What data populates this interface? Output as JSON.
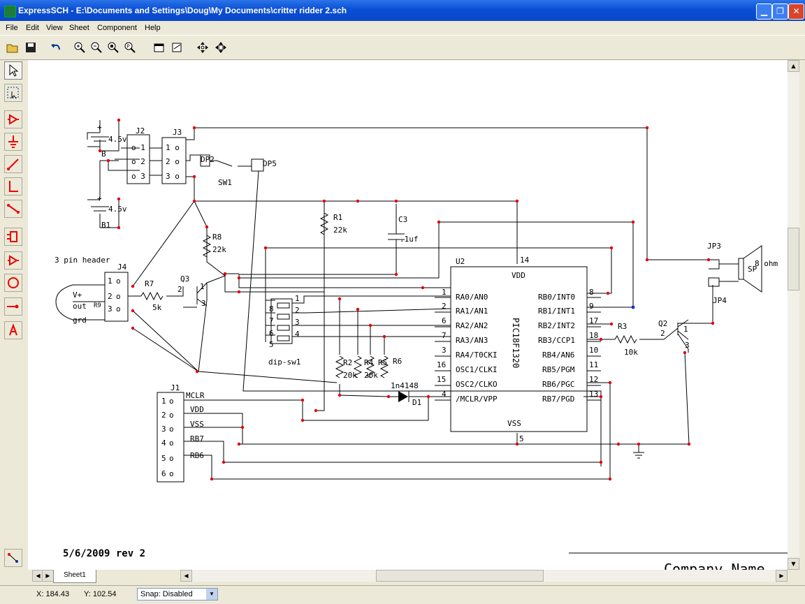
{
  "window": {
    "title": "ExpressSCH - E:\\Documents and Settings\\Doug\\My Documents\\critter ridder 2.sch"
  },
  "menu": [
    "File",
    "Edit",
    "View",
    "Sheet",
    "Component",
    "Help"
  ],
  "toolbar_icons": [
    "open-folder-icon",
    "save-icon",
    "undo-icon",
    "zoom-in-icon",
    "zoom-out-icon",
    "zoom-fit-icon",
    "zoom-area-icon",
    "properties-icon",
    "sheet-icon",
    "move-icon",
    "move-all-icon"
  ],
  "tools": [
    "pointer-icon",
    "select-area-icon",
    "component-icon",
    "ground-icon",
    "wire-icon",
    "bus-icon",
    "line-icon",
    "connector-icon",
    "part-icon",
    "circle-icon",
    "pin-icon",
    "text-icon"
  ],
  "schematic": {
    "battery_top_label": "4.5v",
    "battery_bottom_label": "4.5v",
    "battery_top_ref": "B",
    "battery_bottom_ref": "B1",
    "j2": "J2",
    "j3": "J3",
    "dp2": "DP2",
    "dp5": "DP5",
    "sw1": "SW1",
    "r1": "R1",
    "r1_val": "22k",
    "c3": "C3",
    "c3_val": ".1uf",
    "r8": "R8",
    "r8_val": "22k",
    "header_label": "3 pin header",
    "j4": "J4",
    "j4_pins": [
      "1",
      "2",
      "3"
    ],
    "sensor_pins": [
      "V+",
      "out",
      "grd"
    ],
    "sensor_ref": "R9",
    "r7": "R7",
    "r7_val": "5k",
    "q3": "Q3",
    "q3_pins": [
      "1",
      "2",
      "3"
    ],
    "dip_label": "dip-sw1",
    "dip_left": [
      "8",
      "7",
      "6",
      "5"
    ],
    "dip_right": [
      "1",
      "2",
      "3",
      "4"
    ],
    "r2": "R2",
    "r2_val": "20k",
    "r4": "R4",
    "r4_val": "20k",
    "r5": "R5",
    "r6": "R6",
    "d1_val": "1n4148",
    "d1": "D1",
    "u2": "U2",
    "u2_part": "PIC18F1320",
    "u2_vdd": "VDD",
    "u2_vss": "VSS",
    "u2_vdd_pin": "14",
    "u2_vss_pin": "5",
    "u2_left": [
      {
        "pin": "1",
        "name": "RA0/AN0"
      },
      {
        "pin": "2",
        "name": "RA1/AN1"
      },
      {
        "pin": "6",
        "name": "RA2/AN2"
      },
      {
        "pin": "7",
        "name": "RA3/AN3"
      },
      {
        "pin": "3",
        "name": "RA4/T0CKI"
      },
      {
        "pin": "16",
        "name": "OSC1/CLKI"
      },
      {
        "pin": "15",
        "name": "OSC2/CLKO"
      },
      {
        "pin": "4",
        "name": "/MCLR/VPP"
      }
    ],
    "u2_right": [
      {
        "pin": "8",
        "name": "RB0/INT0"
      },
      {
        "pin": "9",
        "name": "RB1/INT1"
      },
      {
        "pin": "17",
        "name": "RB2/INT2"
      },
      {
        "pin": "18",
        "name": "RB3/CCP1"
      },
      {
        "pin": "10",
        "name": "RB4/AN6"
      },
      {
        "pin": "11",
        "name": "RB5/PGM"
      },
      {
        "pin": "12",
        "name": "RB6/PGC"
      },
      {
        "pin": "13",
        "name": "RB7/PGD"
      }
    ],
    "j1": "J1",
    "j1_pins": [
      "1",
      "2",
      "3",
      "4",
      "5",
      "6"
    ],
    "j1_nets": [
      "MCLR",
      "VDD",
      "VSS",
      "RB7",
      "RB6"
    ],
    "r3": "R3",
    "r3_val": "10k",
    "q2": "Q2",
    "q2_pins": [
      "1",
      "2",
      "3"
    ],
    "jp3": "JP3",
    "jp4": "JP4",
    "sp": "SP",
    "sp_val": "8 ohm",
    "date": "5/6/2009 rev 2",
    "title_block": "Company Name"
  },
  "sheet_tab": "Sheet1",
  "status": {
    "x": "X: 184.43",
    "y": "Y: 102.54",
    "snap": "Snap: Disabled"
  }
}
